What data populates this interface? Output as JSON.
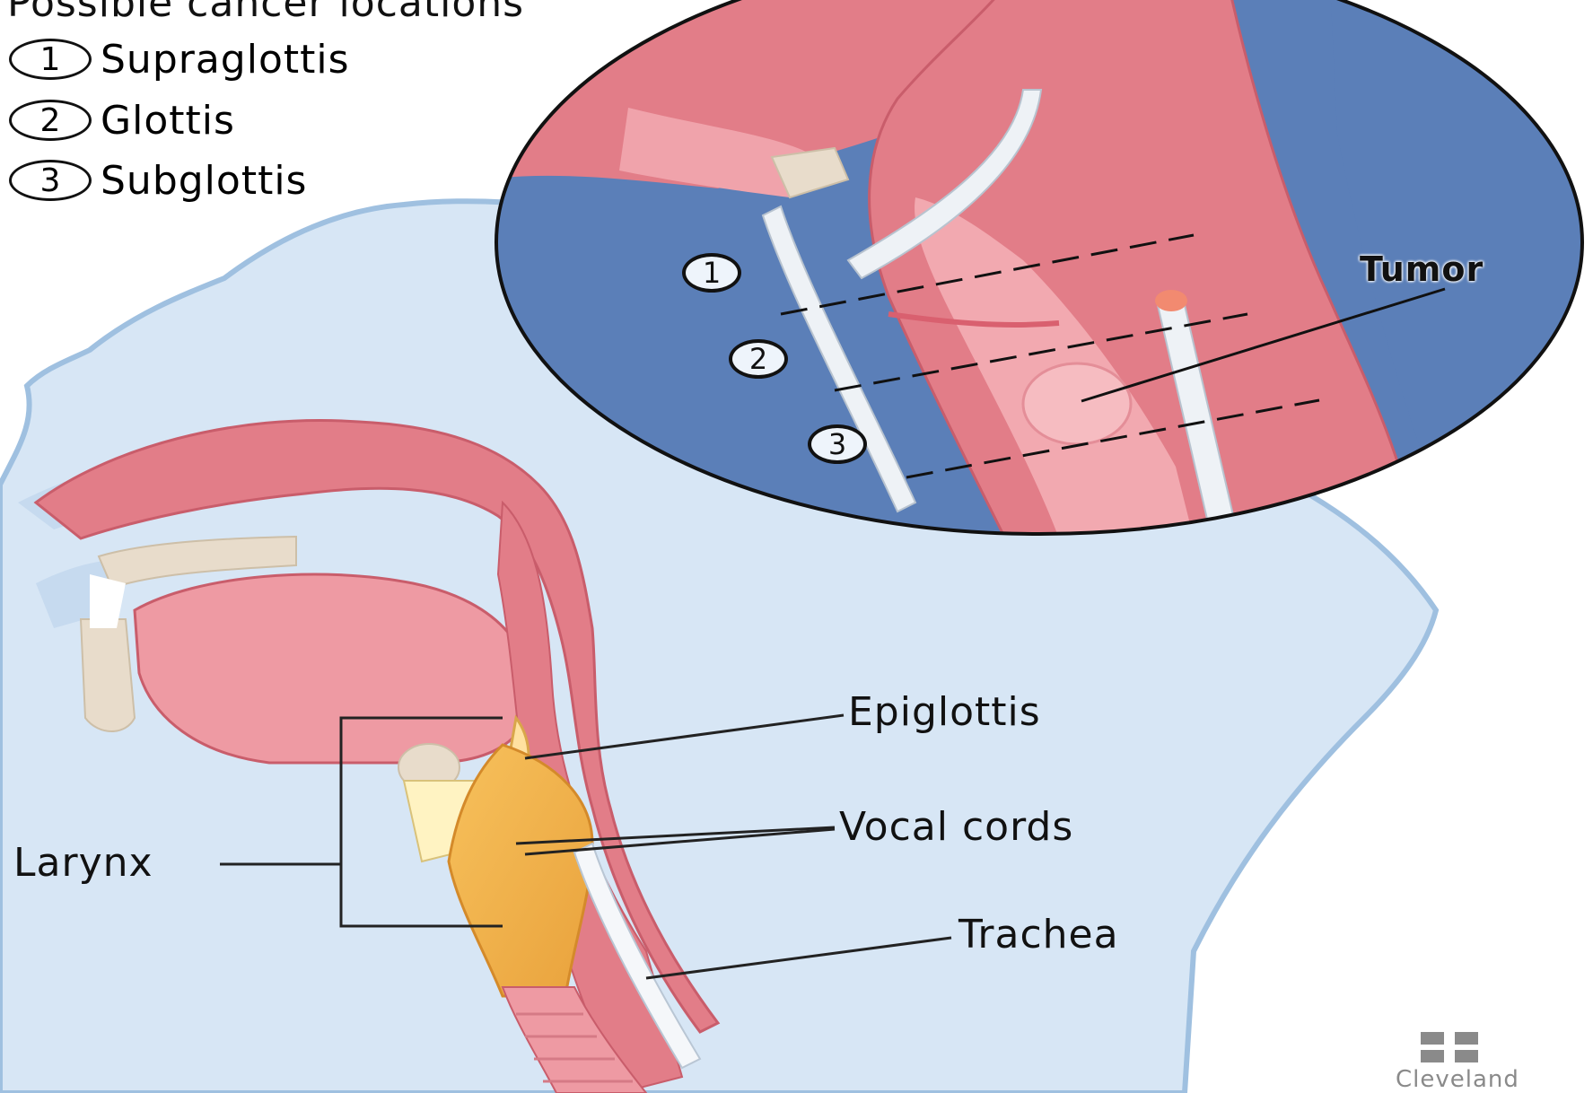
{
  "legend": {
    "title": "Possible cancer locations",
    "items": [
      {
        "number": "1",
        "label": "Supraglottis"
      },
      {
        "number": "2",
        "label": "Glottis"
      },
      {
        "number": "3",
        "label": "Subglottis"
      }
    ]
  },
  "inset": {
    "markers": [
      "1",
      "2",
      "3"
    ],
    "tumor_label": "Tumor"
  },
  "anatomy_labels": {
    "epiglottis": "Epiglottis",
    "vocal_cords": "Vocal cords",
    "trachea": "Trachea",
    "larynx": "Larynx"
  },
  "logo": {
    "text": "Cleveland"
  },
  "colors": {
    "skin": "#d7e6f5",
    "skin_outline": "#9fc0e0",
    "tissue": "#e27d88",
    "tissue_light": "#f2a9b0",
    "bone": "#e8dccb",
    "larynx": "#f0b24a",
    "inset_bg": "#5b7fb8",
    "cartilage": "#eef2f6"
  }
}
